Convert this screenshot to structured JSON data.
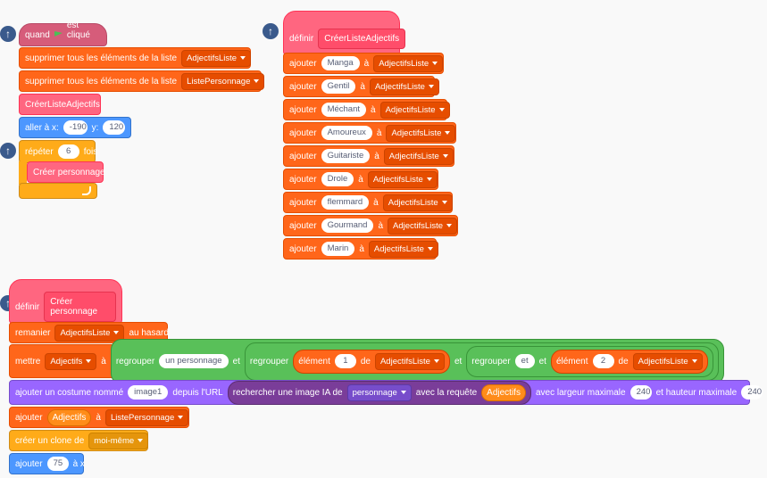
{
  "scripts": {
    "s1": {
      "hat_label_pre": "quand",
      "hat_label_post": "est cliqué",
      "clear1_label": "supprimer tous les éléments de la liste",
      "clear1_list": "AdjectifsListe",
      "clear2_label": "supprimer tous les éléments de la liste",
      "clear2_list": "ListePersonnage",
      "call_label": "CréerListeAdjectifs",
      "goto_x_label": "aller à x:",
      "goto_x": "-190",
      "goto_y_label": "y:",
      "goto_y": "120",
      "repeat_label": "répéter",
      "repeat_count": "6",
      "repeat_suffix": "fois",
      "inner_call": "Créer personnage"
    },
    "s2": {
      "define_label": "définir",
      "proc_name": "CréerListeAdjectifs",
      "add_label": "ajouter",
      "to_label": "à",
      "items": [
        {
          "word": "Manga",
          "list": "AdjectifsListe"
        },
        {
          "word": "Gentil",
          "list": "AdjectifsListe"
        },
        {
          "word": "Méchant",
          "list": "AdjectifsListe"
        },
        {
          "word": "Amoureux",
          "list": "AdjectifsListe"
        },
        {
          "word": "Guitariste",
          "list": "AdjectifsListe"
        },
        {
          "word": "Drole",
          "list": "AdjectifsListe"
        },
        {
          "word": "flemmard",
          "list": "AdjectifsListe"
        },
        {
          "word": "Gourmand",
          "list": "AdjectifsListe"
        },
        {
          "word": "Marin",
          "list": "AdjectifsListe"
        }
      ]
    },
    "s3": {
      "define_label": "définir",
      "proc_name": "Créer personnage",
      "shuffle_label": "remanier",
      "shuffle_list": "AdjectifsListe",
      "shuffle_suffix": "au hasard",
      "set_label": "mettre",
      "set_var": "Adjectifs",
      "set_to": "à",
      "join_label": "regrouper",
      "join_word": "un personnage",
      "and_label": "et",
      "item_label": "élément",
      "item1_index": "1",
      "of_label": "de",
      "item1_list": "AdjectifsListe",
      "join2_word": "et",
      "item2_index": "2",
      "item2_list": "AdjectifsListe",
      "costume_label": "ajouter un costume nommé",
      "costume_name": "image1",
      "costume_from": "depuis l'URL",
      "ai_label": "rechercher une image IA de",
      "ai_type": "personnage",
      "ai_query_label": "avec la requête",
      "ai_query_var": "Adjectifs",
      "width_label": "avec largeur maximale",
      "width_value": "240",
      "height_label": "et hauteur maximale",
      "height_value": "240",
      "add_label": "ajouter",
      "add_var": "Adjectifs",
      "add_to": "à",
      "add_list": "ListePersonnage",
      "clone_label": "créer un clone de",
      "clone_target": "moi-même",
      "changex_label": "ajouter",
      "changex_value": "75",
      "changex_suffix": "à x"
    }
  },
  "colors": {
    "events": "#d65c7a",
    "lists": "#ff661a",
    "control": "#ffab19",
    "motion": "#4c97ff",
    "looks": "#9966ff",
    "myblocks": "#ff6680",
    "operators": "#59c059"
  },
  "icons": [
    "collapse-arrow-icon",
    "green-flag-icon",
    "loop-arrow-icon",
    "dropdown-caret-icon"
  ]
}
